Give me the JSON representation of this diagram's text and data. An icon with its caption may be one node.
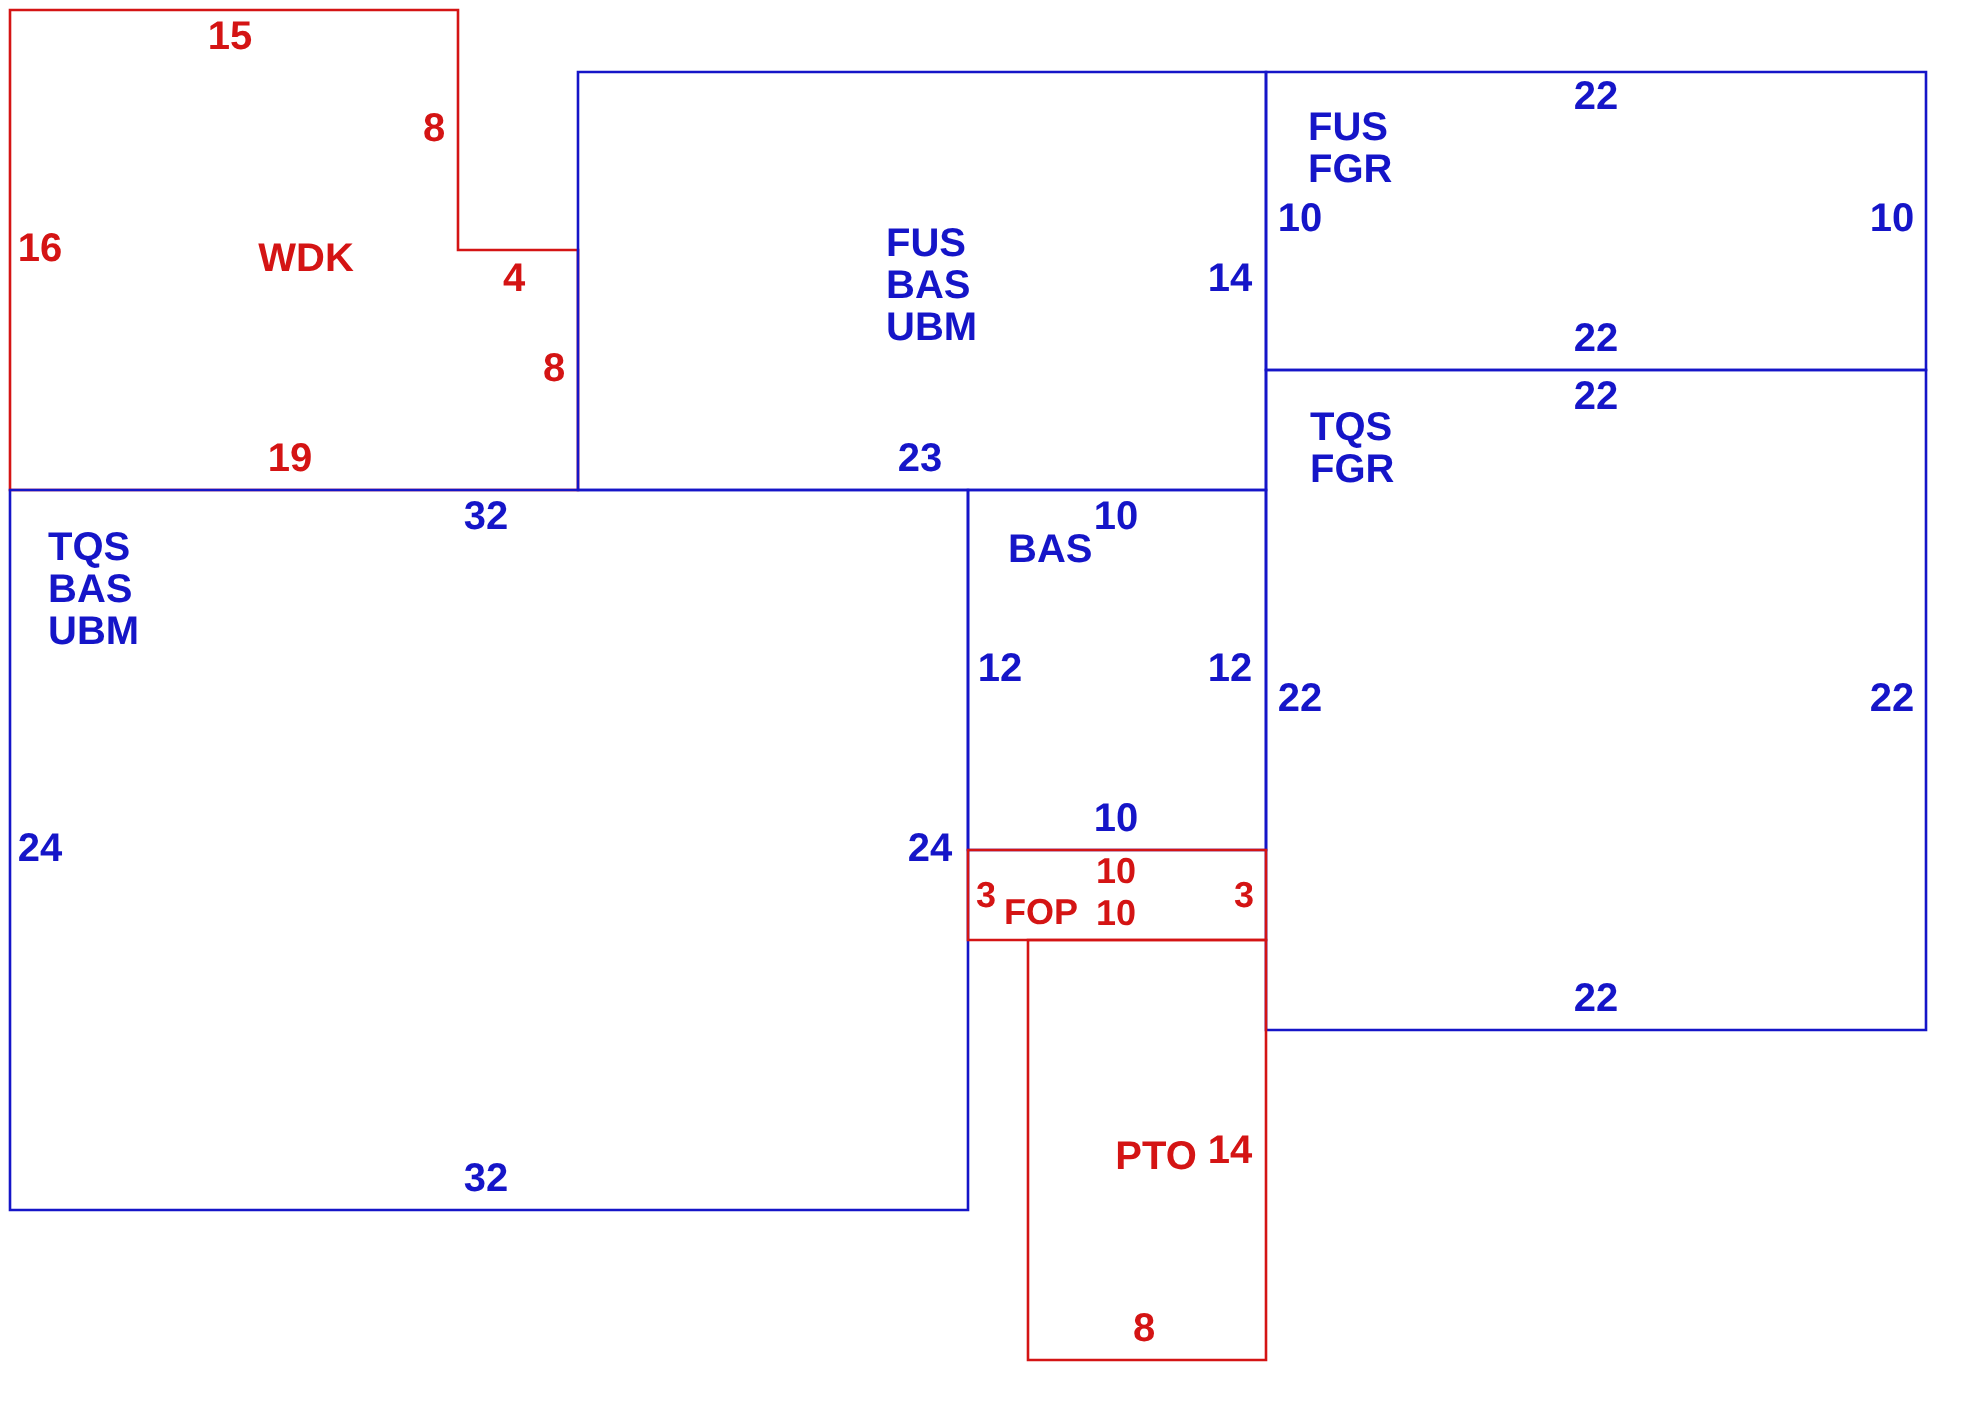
{
  "diagram": {
    "nodes": [
      {
        "text": [
          "15",
          "8",
          "16",
          "WDK",
          "4",
          "8",
          "19"
        ]
      },
      {
        "text": [
          "FUS BAS UBM",
          "14",
          "23"
        ]
      },
      {
        "text": [
          "22",
          "FUS FGR",
          "10",
          "10",
          "22"
        ]
      },
      {
        "text": [
          "22",
          "TQS FGR",
          "22",
          "22",
          "22"
        ]
      },
      {
        "text": [
          "32",
          "TQS BAS UBM",
          "24",
          "24",
          "32"
        ]
      },
      {
        "text": [
          "10",
          "BAS",
          "12",
          "12",
          "10"
        ]
      },
      {
        "text": [
          "10",
          "3",
          "FOP",
          "10",
          "3"
        ]
      },
      {
        "text": [
          "PTO",
          "14",
          "8"
        ]
      }
    ]
  }
}
